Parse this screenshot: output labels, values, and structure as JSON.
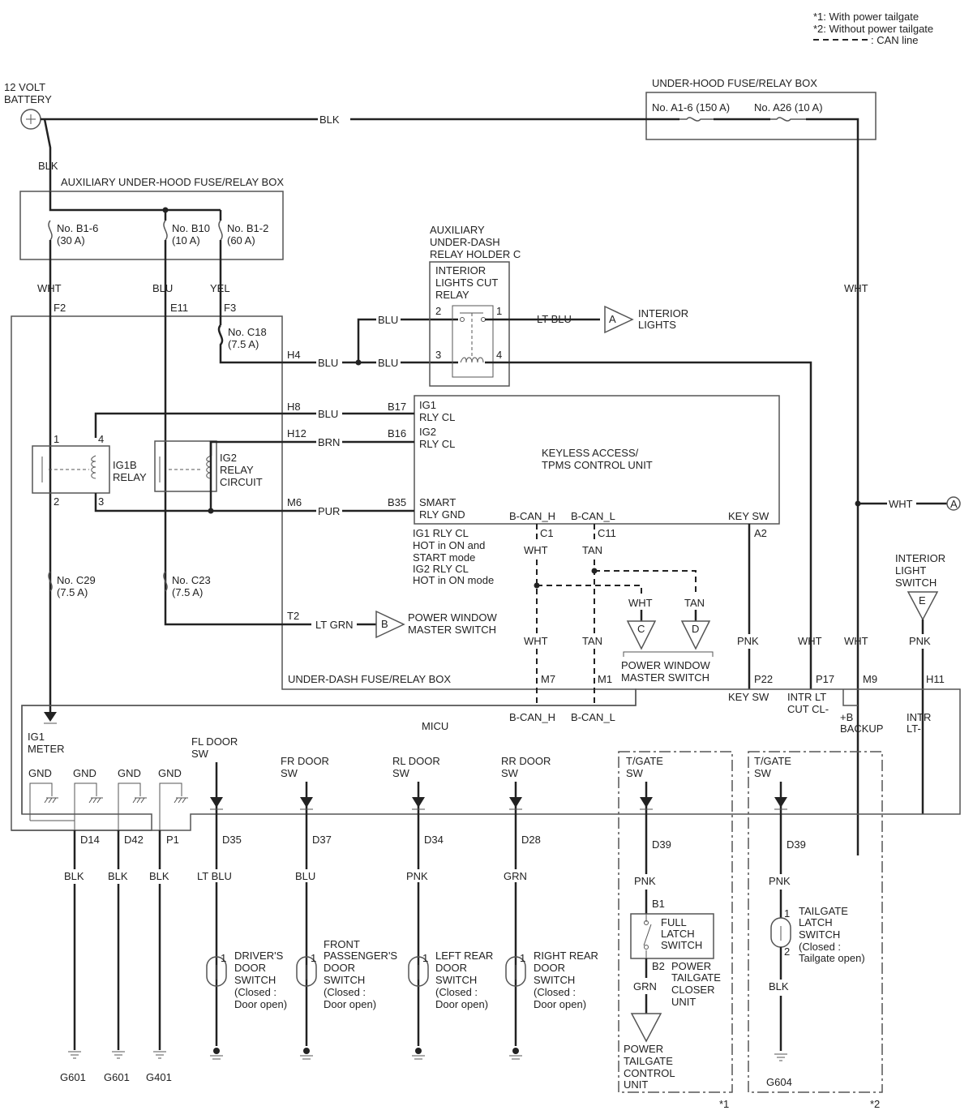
{
  "legend": {
    "note1": "*1: With power tailgate",
    "note2": "*2: Without power tailgate",
    "can": ": CAN line"
  },
  "battery": {
    "l1": "12 VOLT",
    "l2": "BATTERY"
  },
  "uhfb": {
    "title": "UNDER-HOOD FUSE/RELAY BOX",
    "fuse1": "No. A1-6 (150 A)",
    "fuse2": "No. A26 (10 A)"
  },
  "aux_uhfb": {
    "title": "AUXILIARY UNDER-HOOD FUSE/RELAY BOX",
    "f1a": "No. B1-6",
    "f1b": "(30 A)",
    "f2a": "No. B10",
    "f2b": "(10 A)",
    "f3a": "No. B1-2",
    "f3b": "(60 A)"
  },
  "aux_udr": {
    "l1": "AUXILIARY",
    "l2": "UNDER-DASH",
    "l3": "RELAY HOLDER C",
    "r1": "INTERIOR",
    "r2": "LIGHTS CUT",
    "r3": "RELAY"
  },
  "udfb": {
    "title": "UNDER-DASH FUSE/RELAY BOX",
    "c18a": "No. C18",
    "c18b": "(7.5 A)",
    "c29a": "No. C29",
    "c29b": "(7.5 A)",
    "c23a": "No. C23",
    "c23b": "(7.5 A)",
    "ig1b1": "IG1B",
    "ig1b2": "RELAY",
    "ig2a": "IG2",
    "ig2b": "RELAY",
    "ig2c": "CIRCUIT"
  },
  "keyless": {
    "l1": "KEYLESS ACCESS/",
    "l2": "TPMS CONTROL UNIT",
    "ig1a": "IG1",
    "ig1b": "RLY CL",
    "ig2a": "IG2",
    "ig2b": "RLY CL",
    "sma": "SMART",
    "smb": "RLY GND",
    "canh": "B-CAN_H",
    "canl": "B-CAN_L",
    "keysw": "KEY SW"
  },
  "notes": [
    "IG1 RLY CL",
    "HOT in ON and",
    "START mode",
    "IG2 RLY CL",
    "HOT in ON mode"
  ],
  "micu": {
    "title": "MICU",
    "ig1a": "IG1",
    "ig1b": "METER",
    "gnd": "GND",
    "fl1": "FL DOOR",
    "fr1": "FR DOOR",
    "rl1": "RL DOOR",
    "rr1": "RR DOOR",
    "tg1": "T/GATE",
    "sw": "SW",
    "keysw": "KEY SW",
    "intra": "INTR LT",
    "intrb": "CUT CL-",
    "bpa": "+B",
    "bpb": "BACKUP",
    "intla": "INTR",
    "intlb": "LT-",
    "canh": "B-CAN_H",
    "canl": "B-CAN_L"
  },
  "refs": {
    "a": "A",
    "b": "B",
    "c": "C",
    "d": "D",
    "e": "E"
  },
  "ref_labels": {
    "a1": "INTERIOR",
    "a2": "LIGHTS",
    "b1": "POWER WINDOW",
    "b2": "MASTER SWITCH",
    "cd1": "POWER WINDOW",
    "cd2": "MASTER SWITCH",
    "e1": "INTERIOR",
    "e2": "LIGHT",
    "e3": "SWITCH",
    "tc1": "POWER",
    "tc2": "TAILGATE",
    "tc3": "CONTROL",
    "tc4": "UNIT"
  },
  "colors": {
    "blk": "BLK",
    "wht": "WHT",
    "blu": "BLU",
    "yel": "YEL",
    "ltblu": "LT BLU",
    "brn": "BRN",
    "pur": "PUR",
    "ltgrn": "LT GRN",
    "tan": "TAN",
    "pnk": "PNK",
    "grn": "GRN"
  },
  "terminals": {
    "F2": "F2",
    "E11": "E11",
    "F3": "F3",
    "H4": "H4",
    "H8": "H8",
    "H12": "H12",
    "M6": "M6",
    "T2": "T2",
    "B17": "B17",
    "B16": "B16",
    "B35": "B35",
    "C1": "C1",
    "C11": "C11",
    "A2": "A2",
    "M7": "M7",
    "M1": "M1",
    "P22": "P22",
    "P17": "P17",
    "M9": "M9",
    "H11": "H11",
    "D14": "D14",
    "D42": "D42",
    "P1": "P1",
    "D35": "D35",
    "D37": "D37",
    "D34": "D34",
    "D28": "D28",
    "D39": "D39",
    "B1": "B1",
    "B2": "B2",
    "p1": "1",
    "p2": "2",
    "p3": "3",
    "p4": "4"
  },
  "switches": {
    "drv": [
      "DRIVER'S",
      "DOOR",
      "SWITCH",
      "(Closed :",
      "Door open)"
    ],
    "fp": [
      "FRONT",
      "PASSENGER'S",
      "DOOR",
      "SWITCH",
      "(Closed :",
      "Door open)"
    ],
    "lr": [
      "LEFT REAR",
      "DOOR",
      "SWITCH",
      "(Closed :",
      "Door open)"
    ],
    "rr": [
      "RIGHT REAR",
      "DOOR",
      "SWITCH",
      "(Closed :",
      "Door open)"
    ],
    "fl": [
      "FULL",
      "LATCH",
      "SWITCH"
    ],
    "ptc": [
      "POWER",
      "TAILGATE",
      "CLOSER",
      "UNIT"
    ],
    "tl": [
      "TAILGATE",
      "LATCH",
      "SWITCH",
      "(Closed :",
      "Tailgate open)"
    ]
  },
  "grounds": {
    "g601": "G601",
    "g401": "G401",
    "g604": "G604"
  },
  "stars": {
    "s1": "*1",
    "s2": "*2"
  }
}
